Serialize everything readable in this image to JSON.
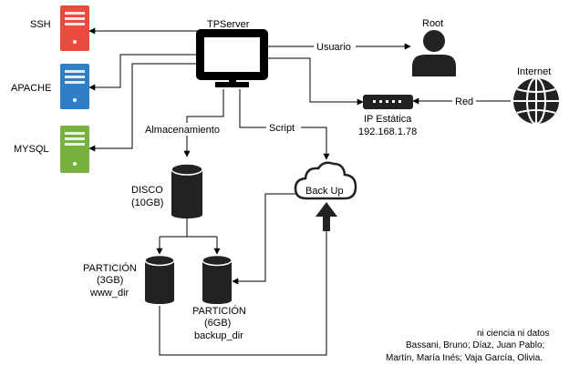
{
  "nodes": {
    "server": "TPServer",
    "root": "Root",
    "internet": "Internet",
    "ip_label": "IP Estática",
    "ip_value": "192.168.1.78",
    "ssh": "SSH",
    "apache": "APACHE",
    "mysql": "MYSQL",
    "disco": "DISCO",
    "disco_size": "(10GB)",
    "backup": "Back Up",
    "part1_title": "PARTICIÓN",
    "part1_size": "(3GB)",
    "part1_dir": "www_dir",
    "part2_title": "PARTICIÓN",
    "part2_size": "(6GB)",
    "part2_dir": "backup_dir"
  },
  "edges": {
    "usuario": "Usuario",
    "red": "Red",
    "almacenamiento": "Almacenamiento",
    "script": "Script"
  },
  "credits": {
    "line1": "ni ciencia ni datos",
    "line2": "Bassani, Bruno; Díaz, Juan Pablo;",
    "line3": "Martín, María Inés; Vaja García, Olivia."
  },
  "colors": {
    "ssh": "#e94b3c",
    "apache": "#2f7fc7",
    "mysql": "#77b13f",
    "dark": "#222222"
  }
}
